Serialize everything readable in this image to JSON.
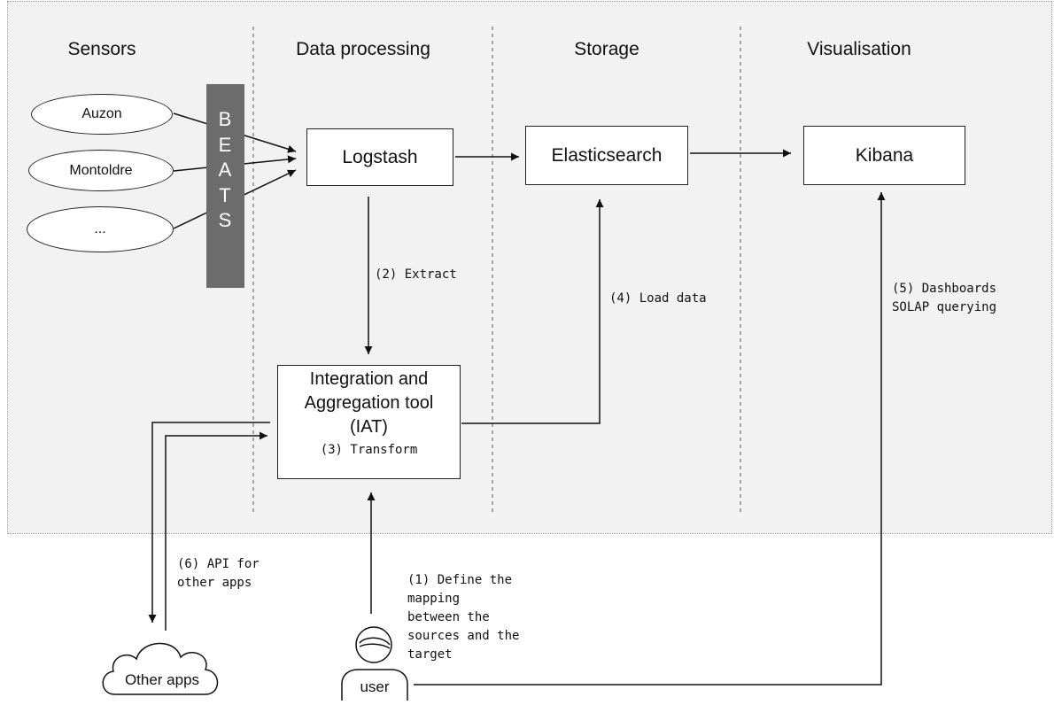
{
  "columns": [
    "Sensors",
    "Data processing",
    "Storage",
    "Visualisation"
  ],
  "sensors": [
    "Auzon",
    "Montoldre",
    "..."
  ],
  "beats_letters": [
    "B",
    "E",
    "A",
    "T",
    "S"
  ],
  "nodes": {
    "logstash": "Logstash",
    "elasticsearch": "Elasticsearch",
    "kibana": "Kibana",
    "iat_title": [
      "Integration and",
      "Aggregation tool",
      "(IAT)"
    ],
    "iat_step": "(3) Transform"
  },
  "labels": {
    "extract": "(2) Extract",
    "load": "(4) Load data",
    "dashboards": [
      "(5) Dashboards",
      "SOLAP querying"
    ],
    "api": [
      "(6) API for",
      "other apps"
    ],
    "define": [
      "(1) Define the",
      "mapping",
      "between the",
      "sources and the",
      "target"
    ]
  },
  "actors": {
    "other_apps": "Other apps",
    "user": "user"
  }
}
